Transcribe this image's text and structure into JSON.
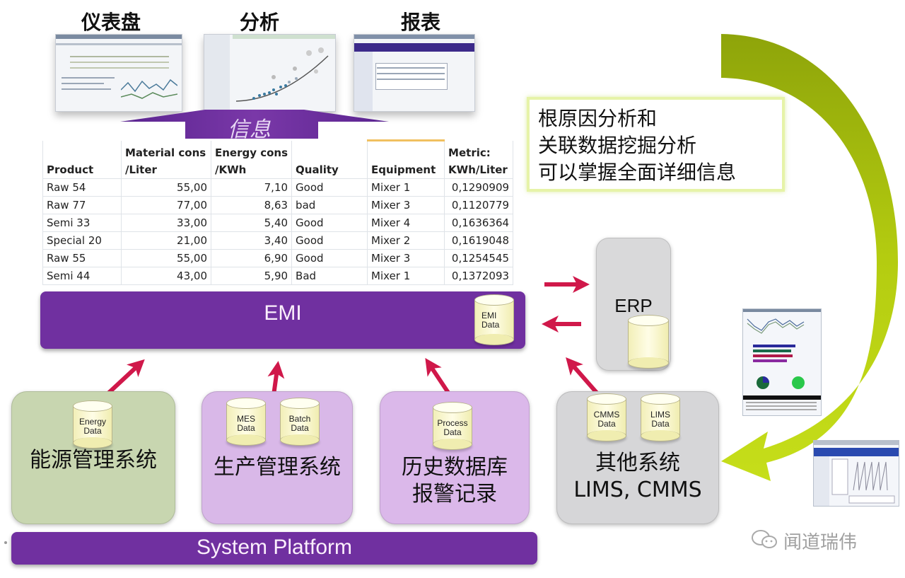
{
  "top_sections": [
    {
      "label": "仪表盘",
      "thumbnail": "dashboard-screenshot"
    },
    {
      "label": "分析",
      "thumbnail": "scatter-analysis-screenshot"
    },
    {
      "label": "报表",
      "thumbnail": "report-screenshot"
    }
  ],
  "info_banner": {
    "label": "信息"
  },
  "table": {
    "headers": [
      {
        "line1": "",
        "line2": "Product"
      },
      {
        "line1": "Material cons",
        "line2": "/Liter"
      },
      {
        "line1": "Energy cons",
        "line2": "/KWh"
      },
      {
        "line1": "",
        "line2": "Quality"
      },
      {
        "line1": "",
        "line2": "Equipment"
      },
      {
        "line1": "Metric:",
        "line2": "KWh/Liter"
      }
    ],
    "rows": [
      [
        "Raw 54",
        "55,00",
        "7,10",
        "Good",
        "Mixer 1",
        "0,1290909"
      ],
      [
        "Raw 77",
        "77,00",
        "8,63",
        "bad",
        "Mixer 3",
        "0,1120779"
      ],
      [
        "Semi 33",
        "33,00",
        "5,40",
        "Good",
        "Mixer 4",
        "0,1636364"
      ],
      [
        "Special 20",
        "21,00",
        "3,40",
        "Good",
        "Mixer 2",
        "0,1619048"
      ],
      [
        "Raw 55",
        "55,00",
        "6,90",
        "Good",
        "Mixer 3",
        "0,1254545"
      ],
      [
        "Semi 44",
        "43,00",
        "5,90",
        "Bad",
        "Mixer 1",
        "0,1372093"
      ]
    ]
  },
  "emi": {
    "label": "EMI",
    "db": {
      "line1": "EMI",
      "line2": "Data"
    }
  },
  "erp": {
    "label": "ERP"
  },
  "callout": {
    "lines": [
      "根原因分析和",
      "关联数据挖掘分析",
      "可以掌握全面详细信息"
    ]
  },
  "systems": [
    {
      "label_lines": [
        "能源管理系统"
      ],
      "color": "#c8d6b0",
      "dbs": [
        {
          "line1": "Energy",
          "line2": "Data"
        }
      ]
    },
    {
      "label_lines": [
        "生产管理系统"
      ],
      "color": "#d9b8e8",
      "dbs": [
        {
          "line1": "MES",
          "line2": "Data"
        },
        {
          "line1": "Batch",
          "line2": "Data"
        }
      ]
    },
    {
      "label_lines": [
        "历史数据库",
        "报警记录"
      ],
      "color": "#dbb8ea",
      "dbs": [
        {
          "line1": "Process",
          "line2": "Data"
        }
      ]
    },
    {
      "label_lines": [
        "其他系统",
        "LIMS, CMMS"
      ],
      "color": "#d6d6d8",
      "dbs": [
        {
          "line1": "CMMS",
          "line2": "Data"
        },
        {
          "line1": "LIMS",
          "line2": "Data"
        }
      ]
    }
  ],
  "platform": {
    "label": "System Platform"
  },
  "watermark": {
    "label": "闻道瑞伟"
  },
  "colors": {
    "purple": "#7030a0",
    "arrow_red": "#d0184a",
    "cycle_green": "#a8c40c",
    "db_yellow": "#fbf9cf"
  }
}
